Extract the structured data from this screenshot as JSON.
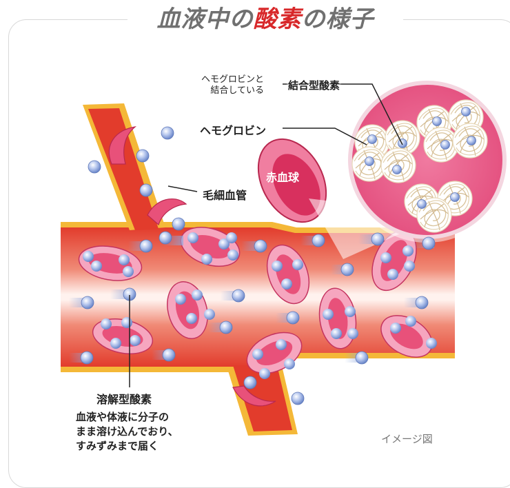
{
  "title": {
    "prefix": "血液中の",
    "accent": "酸素",
    "suffix": "の様子"
  },
  "labels": {
    "bound_line1": "ヘモグロビンと",
    "bound_line2": "結合している",
    "bound_oxygen": "結合型酸素",
    "hemoglobin": "ヘモグロビン",
    "red_blood_cell": "赤血球",
    "capillary": "毛細血管",
    "dissolved_oxygen": "溶解型酸素",
    "dissolved_desc_line1": "血液や体液に分子の",
    "dissolved_desc_line2": "まま溶け込んでおり、",
    "dissolved_desc_line3": "すみずみまで届く",
    "image_note": "イメージ図"
  },
  "colors": {
    "title_accent": "#d8282a",
    "title_gray": "#707070",
    "vessel_red": "#e23c2c",
    "vessel_wall": "#f4b838",
    "rbc_pink": "#e8517a",
    "oxygen_blue": "#8ea6dc"
  }
}
